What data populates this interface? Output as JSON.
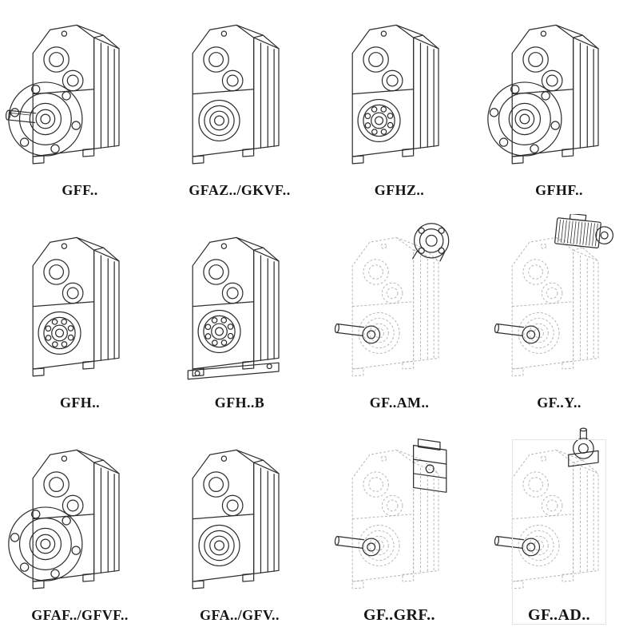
{
  "page": {
    "background_color": "#ffffff",
    "line_color": "#2e2e2e",
    "phantom_line_color": "#b6b6b6",
    "description": "Catalog sheet of helical gear reducer model variants, 4 x 3 grid of technical line drawings with model designations"
  },
  "grid": {
    "cells": [
      {
        "label": "GFF..",
        "drawing": "gearbox-flange-solid-shaft"
      },
      {
        "label": "GFAZ../GKVF..",
        "drawing": "gearbox-hollow-shaft"
      },
      {
        "label": "GFHZ..",
        "drawing": "gearbox-hollow-shaft-bearing"
      },
      {
        "label": "GFHF..",
        "drawing": "gearbox-flange-hollow"
      },
      {
        "label": "GFH..",
        "drawing": "gearbox-shaft-mounted-bearing"
      },
      {
        "label": "GFH..B",
        "drawing": "gearbox-shaft-mounted-base"
      },
      {
        "label": "GF..AM..",
        "drawing": "gearbox-phantom-iec-adapter"
      },
      {
        "label": "GF..Y..",
        "drawing": "gearbox-phantom-motor"
      },
      {
        "label": "GFAF../GFVF..",
        "drawing": "gearbox-flange-hollow"
      },
      {
        "label": "GFA../GFV..",
        "drawing": "gearbox-hollow-shaft"
      },
      {
        "label": "GF..GRF..",
        "drawing": "gearbox-phantom-gear-unit-adapter"
      },
      {
        "label": "GF..AD..",
        "drawing": "gearbox-phantom-input-shaft-adapter"
      }
    ]
  }
}
